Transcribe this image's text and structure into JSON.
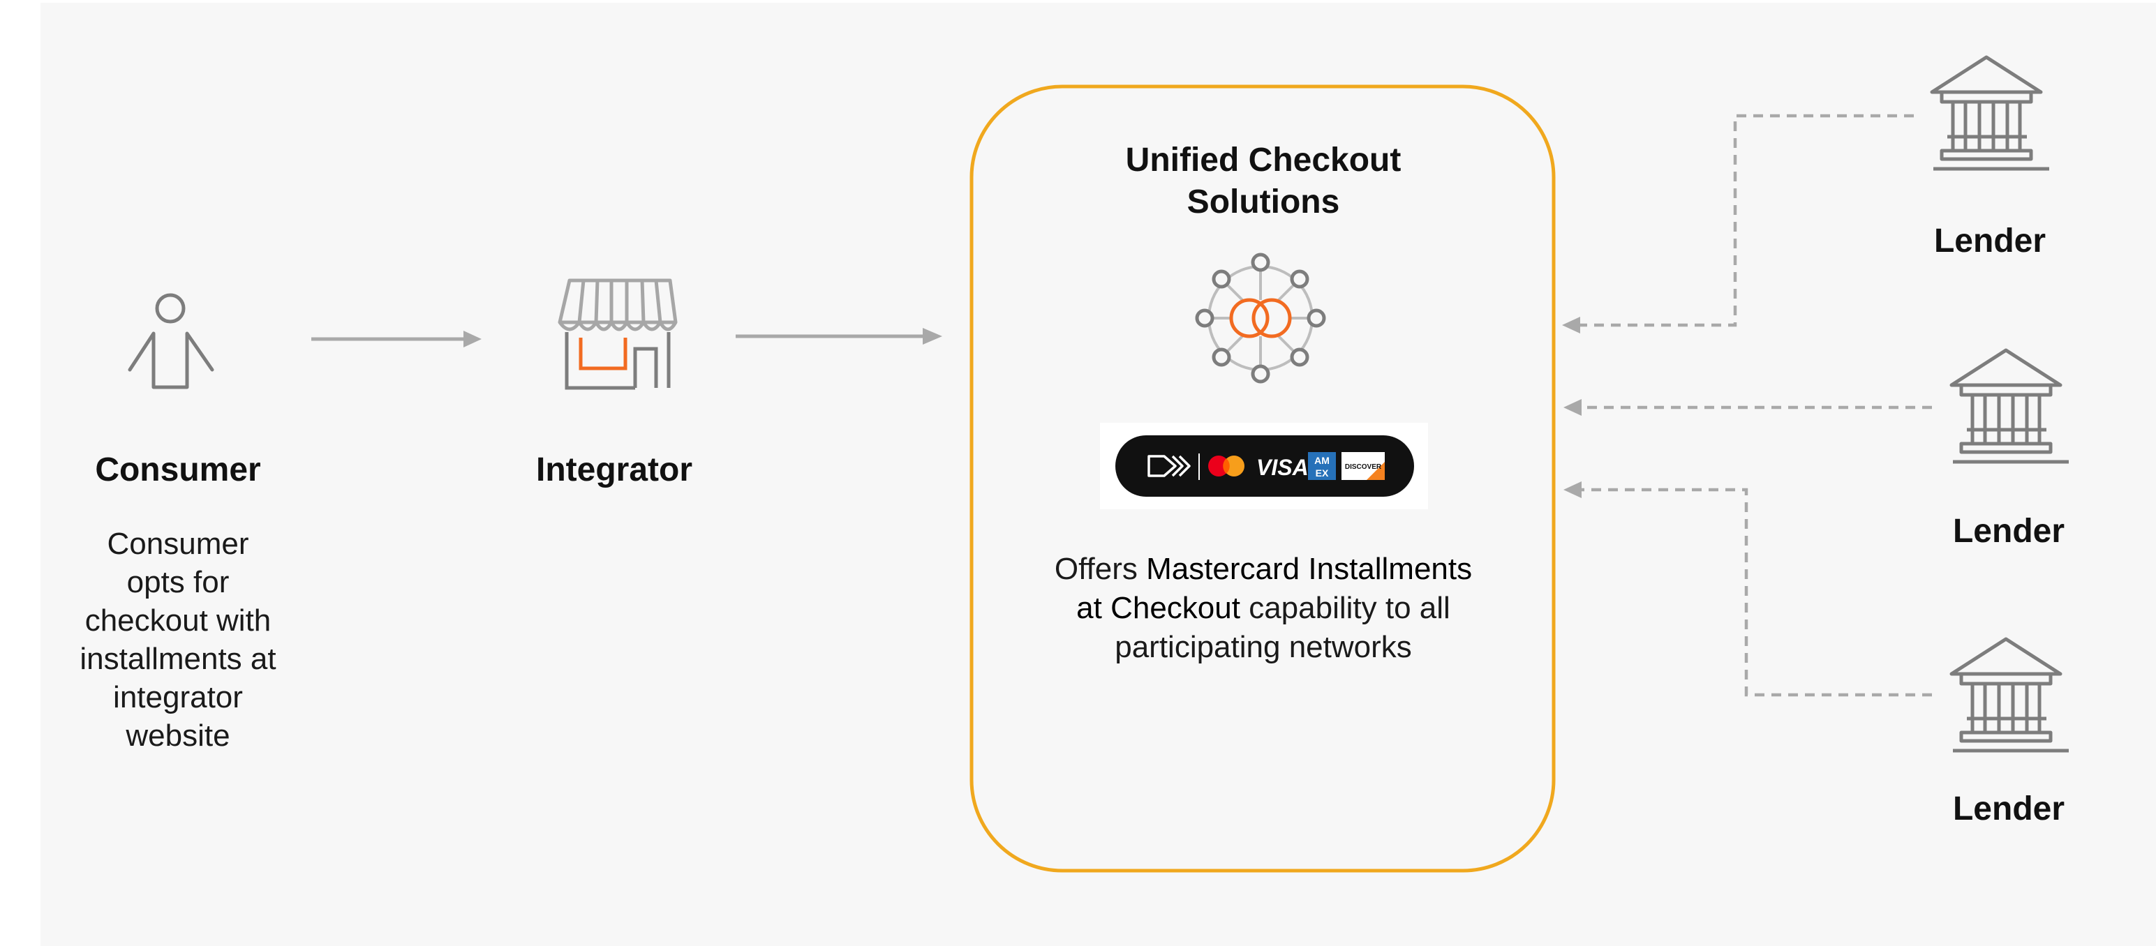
{
  "consumer": {
    "title": "Consumer",
    "description_lines": [
      "Consumer",
      "opts for",
      "checkout with",
      "installments at",
      "integrator",
      "website"
    ]
  },
  "integrator": {
    "title": "Integrator"
  },
  "ucs": {
    "title_line1": "Unified Checkout",
    "title_line2": "Solutions",
    "desc_plain1": "Offers ",
    "desc_emph": "Mastercard Installments at Checkout",
    "desc_emph_line1": "Mastercard Installments",
    "desc_emph_line2": "at Checkout",
    "desc_plain2": " capability to all",
    "desc_line3": "participating networks",
    "brands": {
      "visa": "VISA",
      "amex_top": "AM",
      "amex_bottom": "EX",
      "discover": "DISCOVER"
    }
  },
  "lenders": [
    {
      "label": "Lender"
    },
    {
      "label": "Lender"
    },
    {
      "label": "Lender"
    }
  ],
  "colors": {
    "icon_gray": "#7d7d7d",
    "arrow_gray": "#a9a9a9",
    "accent_orange": "#f26b21",
    "box_border": "#f0a81e",
    "panel_bg": "#f7f7f7"
  }
}
